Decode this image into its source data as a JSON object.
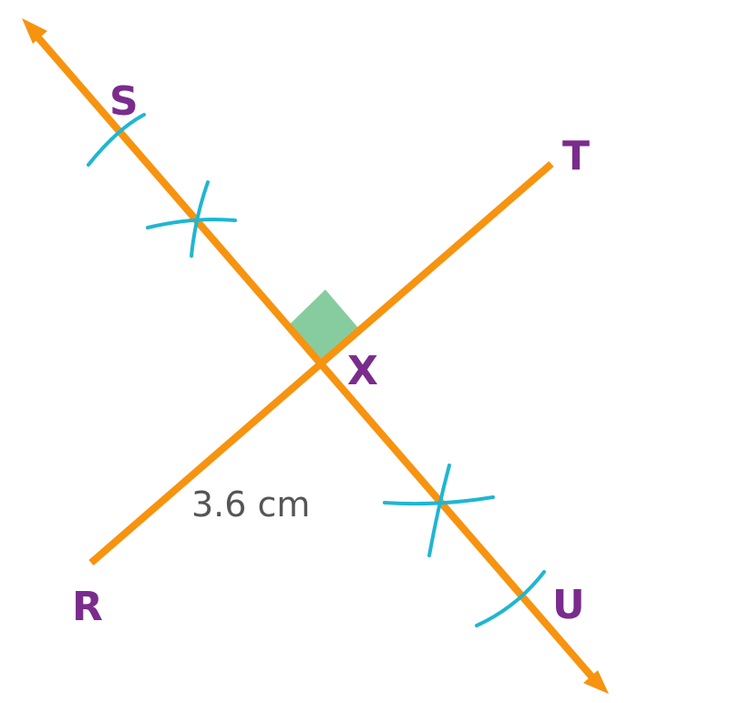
{
  "colors": {
    "background": "#ffffff",
    "line": "#F7930F",
    "arc": "#1FB6D2",
    "right_angle": "#87CC9E",
    "point_label": "#7A2C8C",
    "length_label": "#555555"
  },
  "points": [
    {
      "id": "S",
      "label": "S"
    },
    {
      "id": "T",
      "label": "T"
    },
    {
      "id": "X",
      "label": "X"
    },
    {
      "id": "R",
      "label": "R"
    },
    {
      "id": "U",
      "label": "U"
    }
  ],
  "segments": [
    {
      "id": "RT",
      "from": "R",
      "to": "T",
      "style": "segment"
    },
    {
      "id": "SU",
      "from": "S",
      "to": "U",
      "style": "line-with-arrows"
    }
  ],
  "right_angle_at": "X",
  "length_label": {
    "segment": "RX",
    "text": "3.6 cm"
  },
  "construction_arcs": {
    "count": 6,
    "icon": "compass-arc"
  }
}
